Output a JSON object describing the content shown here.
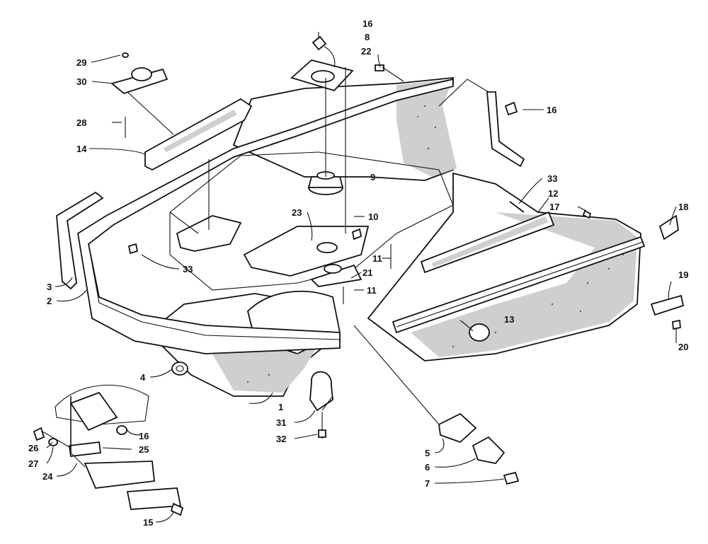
{
  "diagram": {
    "callouts": [
      {
        "id": "c1",
        "label": "1"
      },
      {
        "id": "c2",
        "label": "2"
      },
      {
        "id": "c3",
        "label": "3"
      },
      {
        "id": "c4",
        "label": "4"
      },
      {
        "id": "c5",
        "label": "5"
      },
      {
        "id": "c6",
        "label": "6"
      },
      {
        "id": "c7",
        "label": "7"
      },
      {
        "id": "c8",
        "label": "8"
      },
      {
        "id": "c9",
        "label": "9"
      },
      {
        "id": "c10",
        "label": "10"
      },
      {
        "id": "c11a",
        "label": "11"
      },
      {
        "id": "c11b",
        "label": "11"
      },
      {
        "id": "c12",
        "label": "12"
      },
      {
        "id": "c13",
        "label": "13"
      },
      {
        "id": "c14",
        "label": "14"
      },
      {
        "id": "c15",
        "label": "15"
      },
      {
        "id": "c16a",
        "label": "16"
      },
      {
        "id": "c16b",
        "label": "16"
      },
      {
        "id": "c16c",
        "label": "16"
      },
      {
        "id": "c17",
        "label": "17"
      },
      {
        "id": "c18",
        "label": "18"
      },
      {
        "id": "c19",
        "label": "19"
      },
      {
        "id": "c20",
        "label": "20"
      },
      {
        "id": "c21",
        "label": "21"
      },
      {
        "id": "c22",
        "label": "22"
      },
      {
        "id": "c23",
        "label": "23"
      },
      {
        "id": "c24",
        "label": "24"
      },
      {
        "id": "c25",
        "label": "25"
      },
      {
        "id": "c26",
        "label": "26"
      },
      {
        "id": "c27",
        "label": "27"
      },
      {
        "id": "c28",
        "label": "28"
      },
      {
        "id": "c29",
        "label": "29"
      },
      {
        "id": "c30",
        "label": "30"
      },
      {
        "id": "c31",
        "label": "31"
      },
      {
        "id": "c32",
        "label": "32"
      },
      {
        "id": "c33a",
        "label": "33"
      },
      {
        "id": "c33b",
        "label": "33"
      }
    ]
  }
}
